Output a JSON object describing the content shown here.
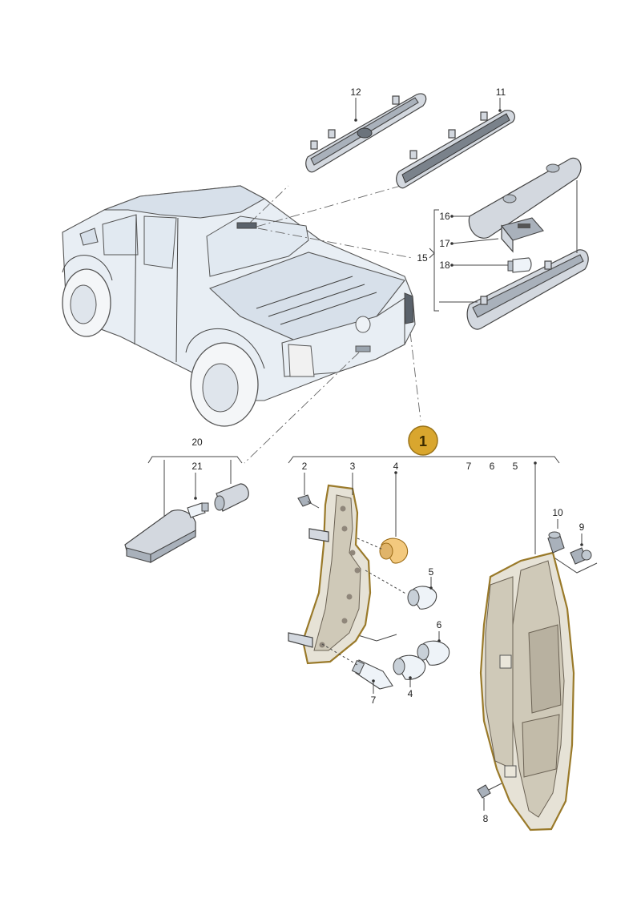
{
  "callouts": {
    "c1": "1",
    "c2": "2",
    "c3": "3",
    "c4a": "4",
    "c4b": "4",
    "c5a": "5",
    "c5b": "5",
    "c6a": "6",
    "c6b": "6",
    "c7a": "7",
    "c7b": "7",
    "c8": "8",
    "c9": "9",
    "c10": "10",
    "c11": "11",
    "c12": "12",
    "c15": "15",
    "c16": "16",
    "c17": "17",
    "c18": "18",
    "c20": "20",
    "c21": "21"
  },
  "colors": {
    "badge_fill": "#d9a62e",
    "lamp_outline": "#9a7a2a",
    "line": "#444444"
  },
  "icons": [
    "truck-illustration",
    "tail-lamp-housing",
    "bulb-carrier",
    "bulb",
    "license-plate-lamp",
    "third-brake-light"
  ]
}
